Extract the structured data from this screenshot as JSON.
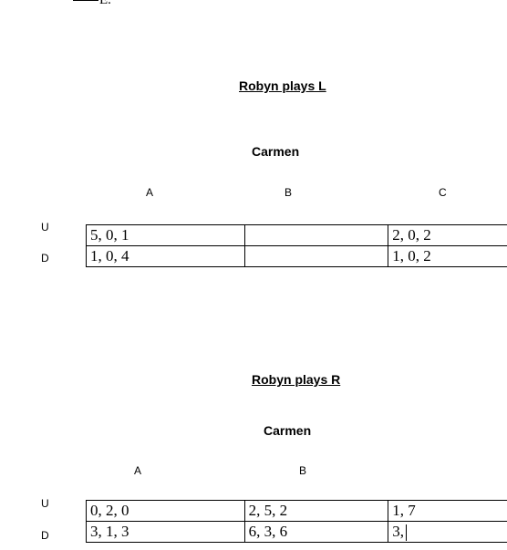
{
  "fragment": {
    "text": "E."
  },
  "game_l": {
    "heading": "Robyn plays L",
    "player": "Carmen",
    "columns": [
      "A",
      "B",
      "C"
    ],
    "rows": [
      "U",
      "D"
    ],
    "cells": [
      [
        "5, 0, 1",
        "",
        "2, 0, 2"
      ],
      [
        "1, 0, 4",
        "",
        "1, 0, 2"
      ]
    ]
  },
  "game_r": {
    "heading": "Robyn plays R",
    "player": "Carmen",
    "columns": [
      "A",
      "B"
    ],
    "rows": [
      "U",
      "D"
    ],
    "cells": [
      [
        "0, 2, 0",
        "2, 5, 2",
        "1, 7"
      ],
      [
        "3, 1, 3",
        "6, 3, 6",
        "3,"
      ]
    ]
  }
}
